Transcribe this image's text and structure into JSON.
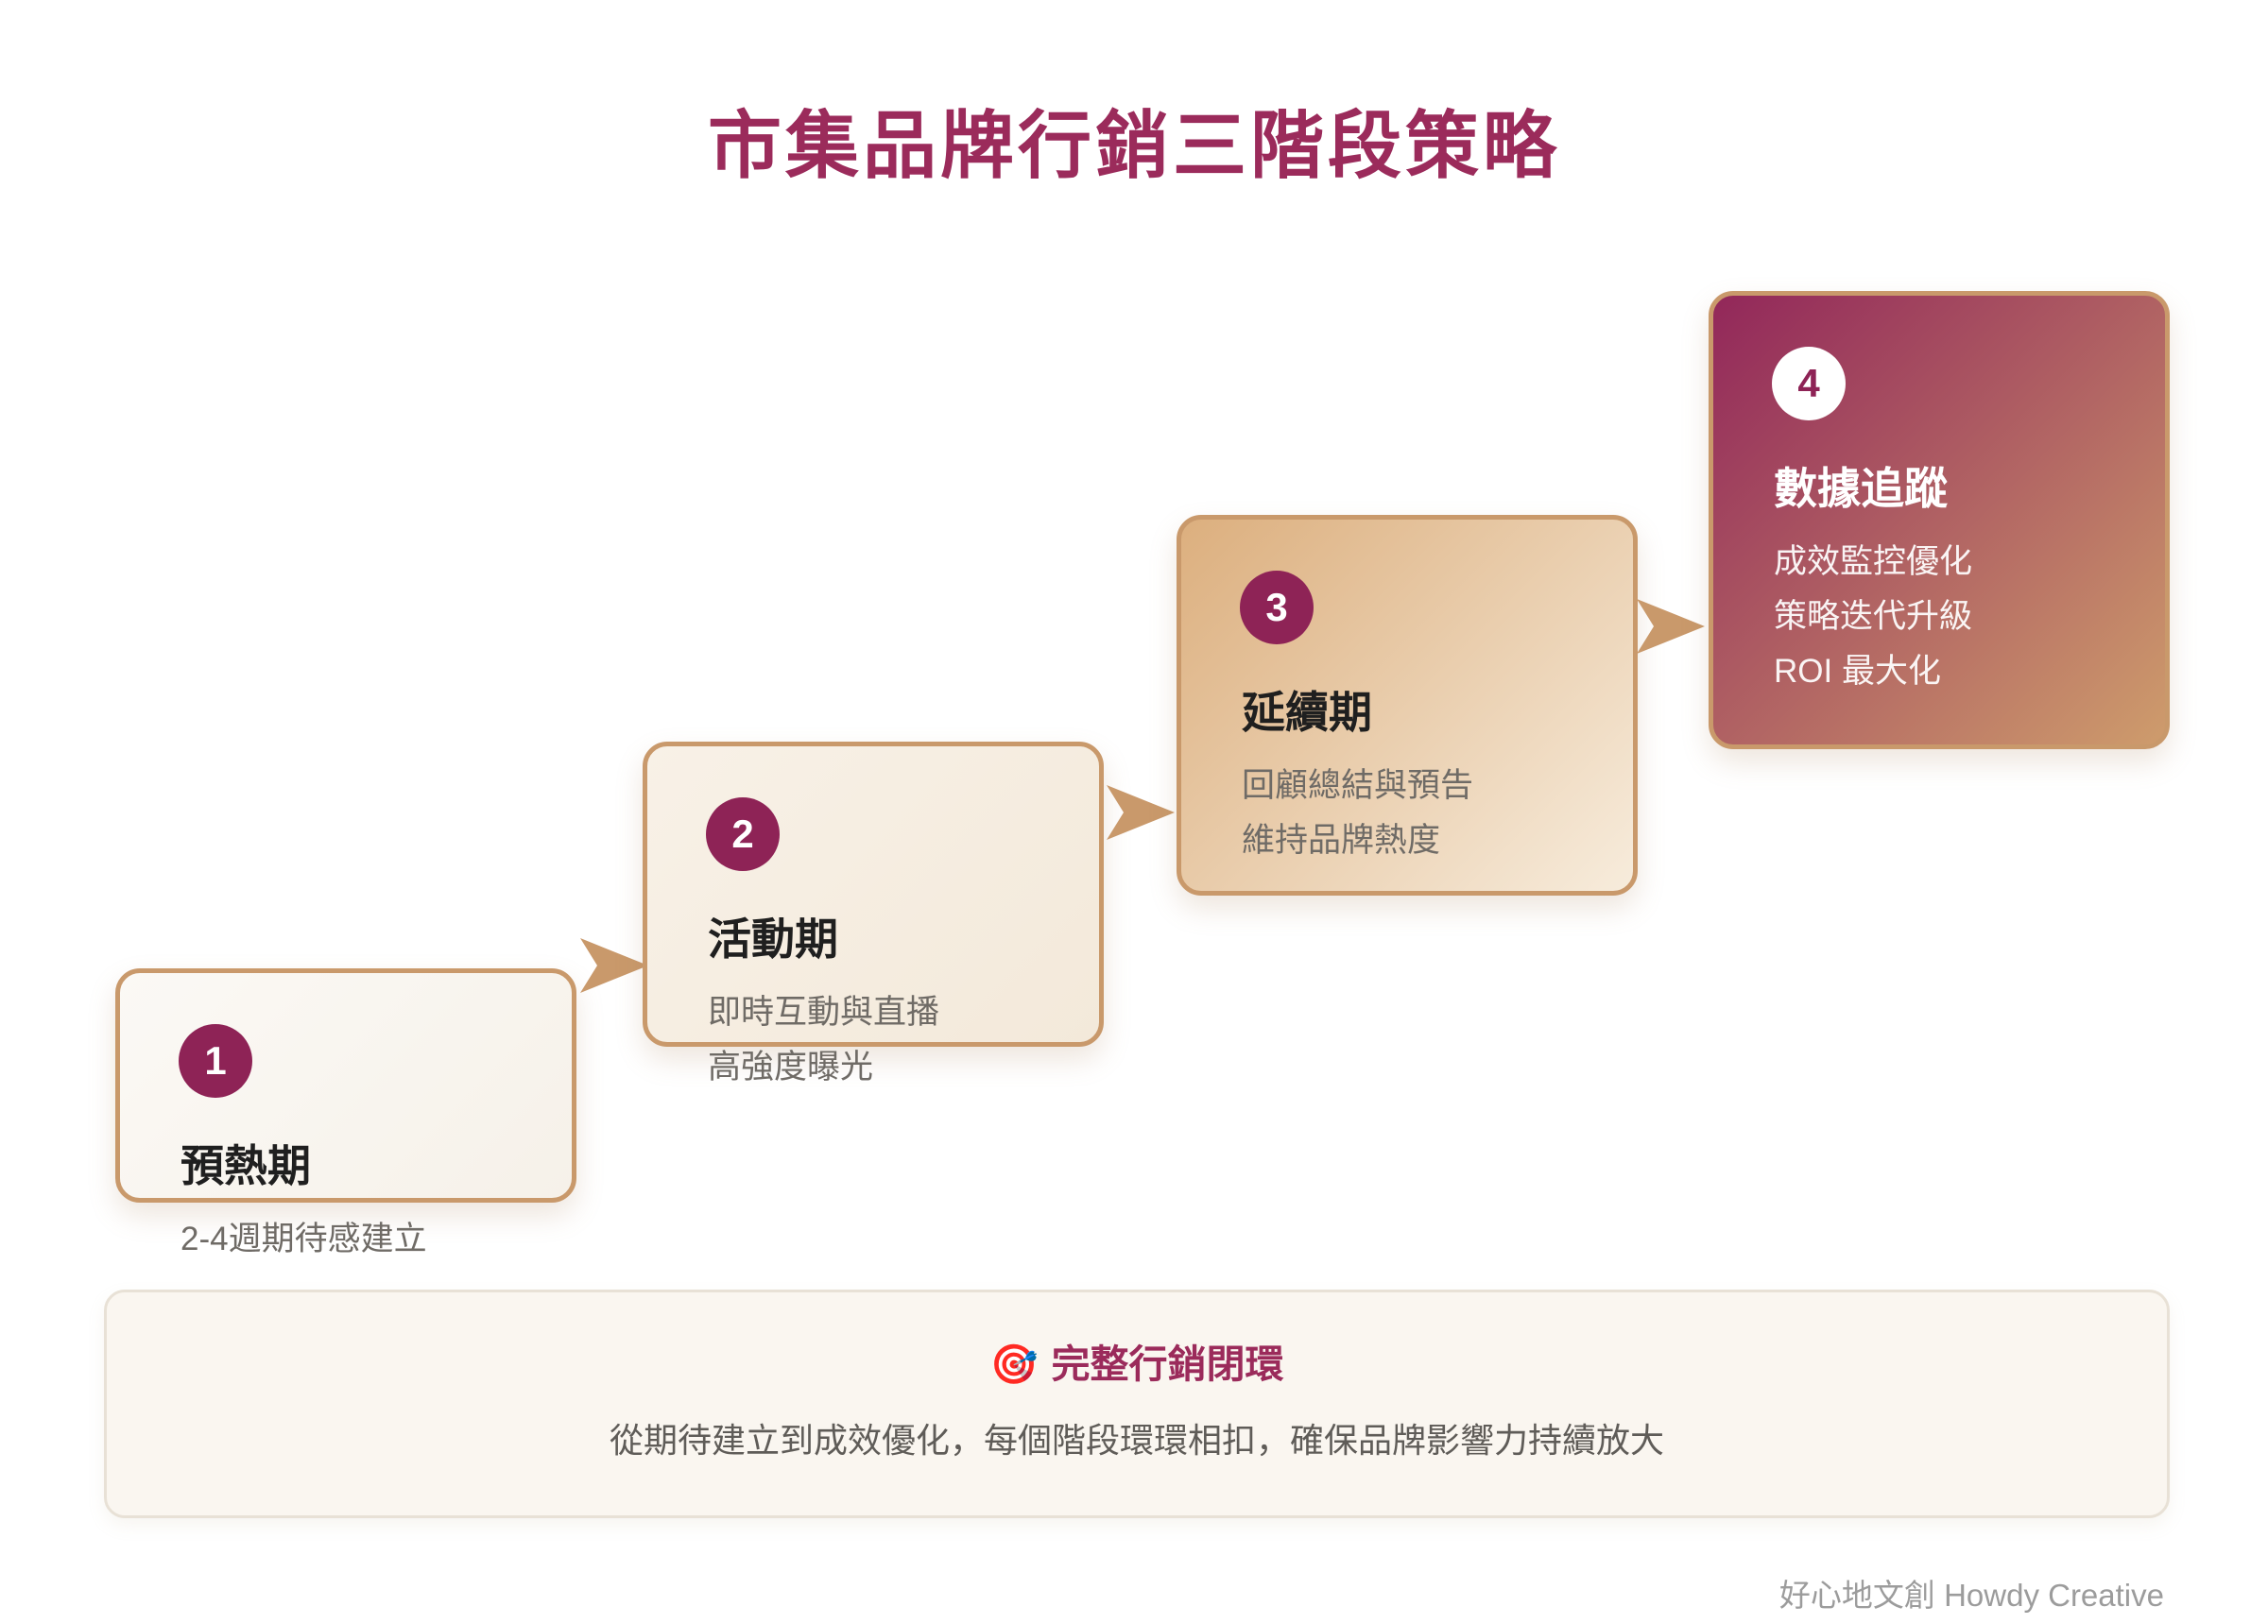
{
  "page": {
    "title": "市集品牌行銷三階段策略",
    "footer": "好心地文創 Howdy Creative"
  },
  "colors": {
    "accent_magenta": "#9B2B5B",
    "badge_magenta": "#8E2356",
    "tan_border": "#C9996B",
    "stage4_gradient_start": "#92275A",
    "stage4_gradient_end": "#CE9C6C",
    "stage3_gradient_start": "#DCAF7E",
    "stage3_gradient_end": "#F7ECDC"
  },
  "stages": [
    {
      "number": "1",
      "title": "預熱期",
      "desc": [
        "2-4週期待感建立"
      ]
    },
    {
      "number": "2",
      "title": "活動期",
      "desc": [
        "即時互動與直播",
        "高強度曝光"
      ]
    },
    {
      "number": "3",
      "title": "延續期",
      "desc": [
        "回顧總結與預告",
        "維持品牌熱度"
      ]
    },
    {
      "number": "4",
      "title": "數據追蹤",
      "desc": [
        "成效監控優化",
        "策略迭代升級",
        "ROI 最大化"
      ]
    }
  ],
  "summary": {
    "icon": "🎯",
    "title": "完整行銷閉環",
    "text": "從期待建立到成效優化，每個階段環環相扣，確保品牌影響力持續放大"
  }
}
